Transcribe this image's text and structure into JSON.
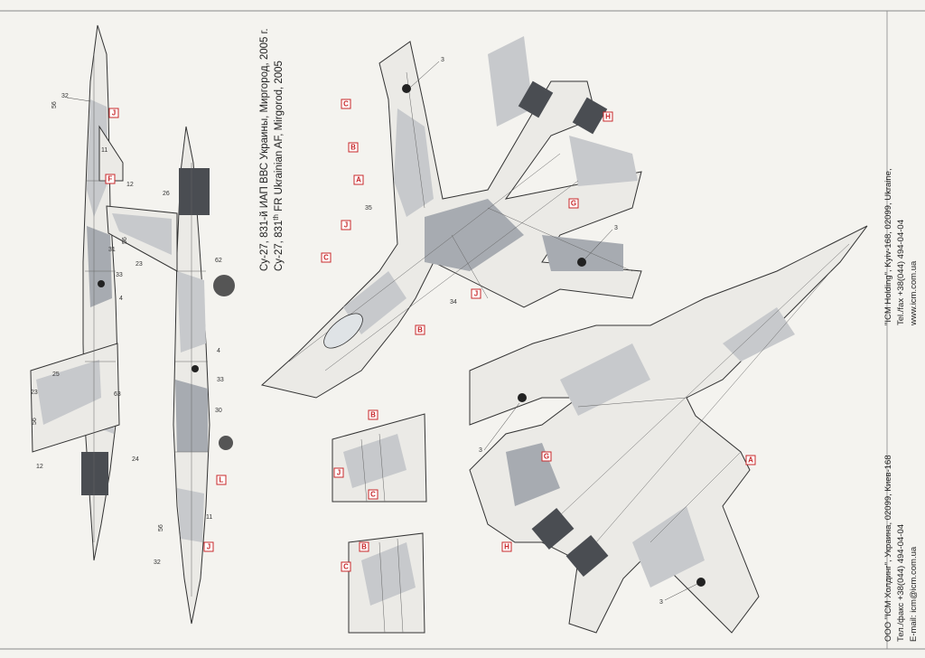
{
  "caption": {
    "line_ru": "Су-27, 831-й ИАП ВВС Украины, Миргород, 2005 г.",
    "line_en_prefix": "Су-27, 831",
    "line_en_sup": "th",
    "line_en_rest": " FR Ukrainian AF, Mirgorod, 2005"
  },
  "footer": {
    "left_line1": "ООО \"ICM Холдинг\", Украина, 02099, Киев-168",
    "left_line2": "Тел./факс +38(044) 494-04-04",
    "left_line3": "E-mail: icm@icm.com.ua",
    "right_line1": "\"ICM Holding\", Kyiv-168, 02099, Ukraine,",
    "right_line2": "Tel./fax +38(044) 494-04-04",
    "right_line3": "www.icm.com.ua"
  },
  "colors": {
    "marker_red": "#c8282b",
    "camo_light": "#c7c9cc",
    "camo_dark": "#a7abb1",
    "paper": "#f4f3ef"
  },
  "callouts": {
    "n3": "3",
    "n4": "4",
    "n11": "11",
    "n12": "12",
    "n23": "23",
    "n24": "24",
    "n25": "25",
    "n26": "26",
    "n30": "30",
    "n31": "31",
    "n32": "32",
    "n33": "33",
    "n34": "34",
    "n35": "35",
    "n56": "56",
    "n62": "62",
    "n63": "63"
  },
  "markers": {
    "A": "A",
    "B": "B",
    "C": "C",
    "F": "F",
    "G": "G",
    "H": "H",
    "J": "J",
    "L": "L"
  },
  "fin_number": "56"
}
